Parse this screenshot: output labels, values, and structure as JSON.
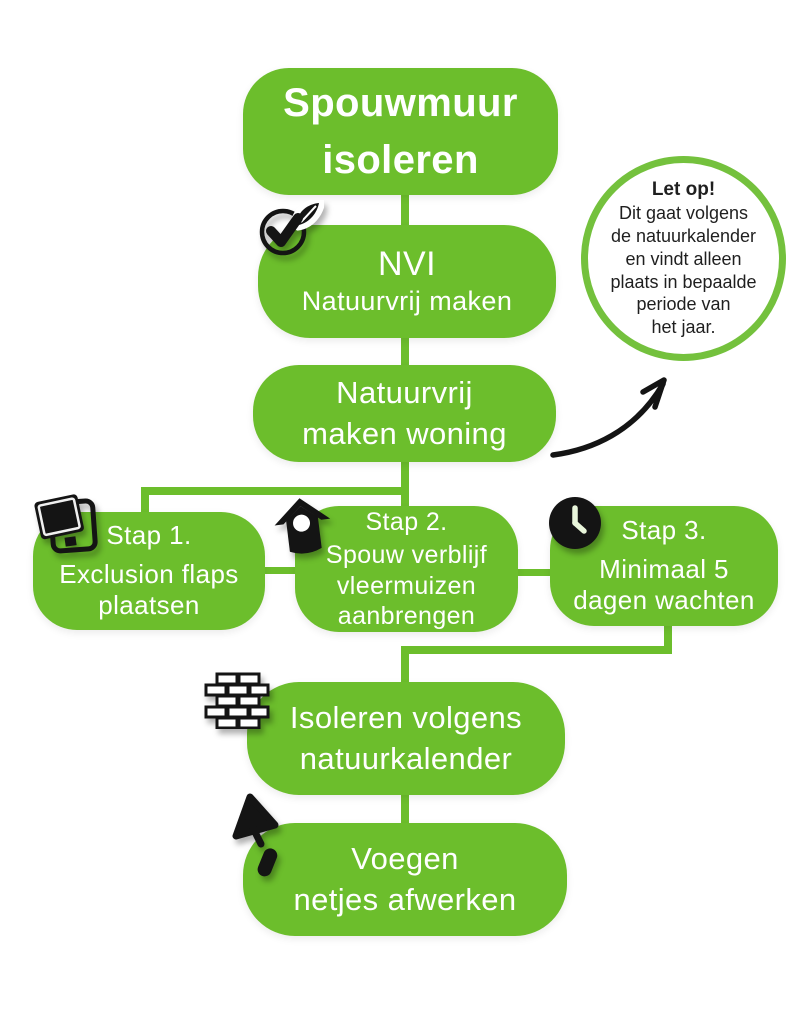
{
  "palette": {
    "node_green": "#6CBE2C",
    "note_border_green": "#74C13D",
    "icon_black": "#141414",
    "text_on_green": "#FFFFFF",
    "note_text": "#1F1F1F",
    "background": "#FFFFFF"
  },
  "title": {
    "line1": "Spouwmuur",
    "line2": "isoleren"
  },
  "nvi": {
    "heading": "NVI",
    "subtitle": "Natuurvrij maken",
    "icon": "check-leaf-icon"
  },
  "natuurvrij_woning": {
    "line1": "Natuurvrij",
    "line2": "maken woning"
  },
  "note": {
    "heading": "Let op!",
    "lines": [
      "Dit gaat volgens",
      "de natuurkalender",
      "en vindt alleen",
      "plaats in bepaalde",
      "periode van",
      "het jaar."
    ]
  },
  "steps": [
    {
      "title": "Stap 1.",
      "lines": [
        "Exclusion flaps",
        "plaatsen"
      ],
      "icon": "exclusion-flap-icon"
    },
    {
      "title": "Stap 2.",
      "lines": [
        "Spouw verblijf",
        "vleermuizen",
        "aanbrengen"
      ],
      "icon": "birdhouse-icon"
    },
    {
      "title": "Stap 3.",
      "lines": [
        "Minimaal 5",
        "dagen wachten"
      ],
      "icon": "clock-icon"
    }
  ],
  "isoleren": {
    "line1": "Isoleren volgens",
    "line2": "natuurkalender",
    "icon": "brick-wall-icon"
  },
  "voegen": {
    "line1": "Voegen",
    "line2": "netjes afwerken",
    "icon": "trowel-icon"
  }
}
